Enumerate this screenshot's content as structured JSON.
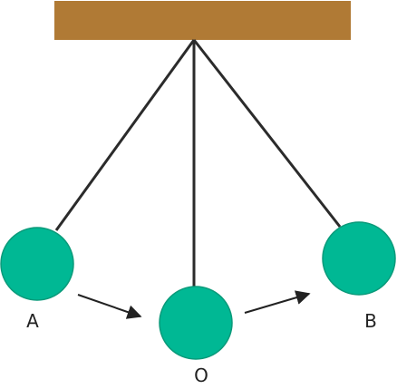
{
  "labels": {
    "left": "A",
    "center": "O",
    "right": "B"
  },
  "colors": {
    "support": "#b07a35",
    "string": "#2b2b2b",
    "bob": "#00b894",
    "bob_stroke": "#0a9a7a",
    "arrow": "#222222",
    "text": "#222222"
  }
}
